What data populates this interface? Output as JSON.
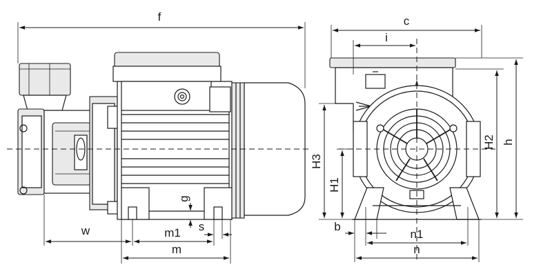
{
  "diagram": {
    "dimension_labels": {
      "f": "f",
      "c": "c",
      "i": "i",
      "h": "h",
      "H2": "H2",
      "H3": "H3",
      "H1": "H1",
      "g": "g",
      "w": "w",
      "m1": "m1",
      "s": "s",
      "m": "m",
      "b": "b",
      "n1": "n1",
      "n": "n"
    }
  }
}
